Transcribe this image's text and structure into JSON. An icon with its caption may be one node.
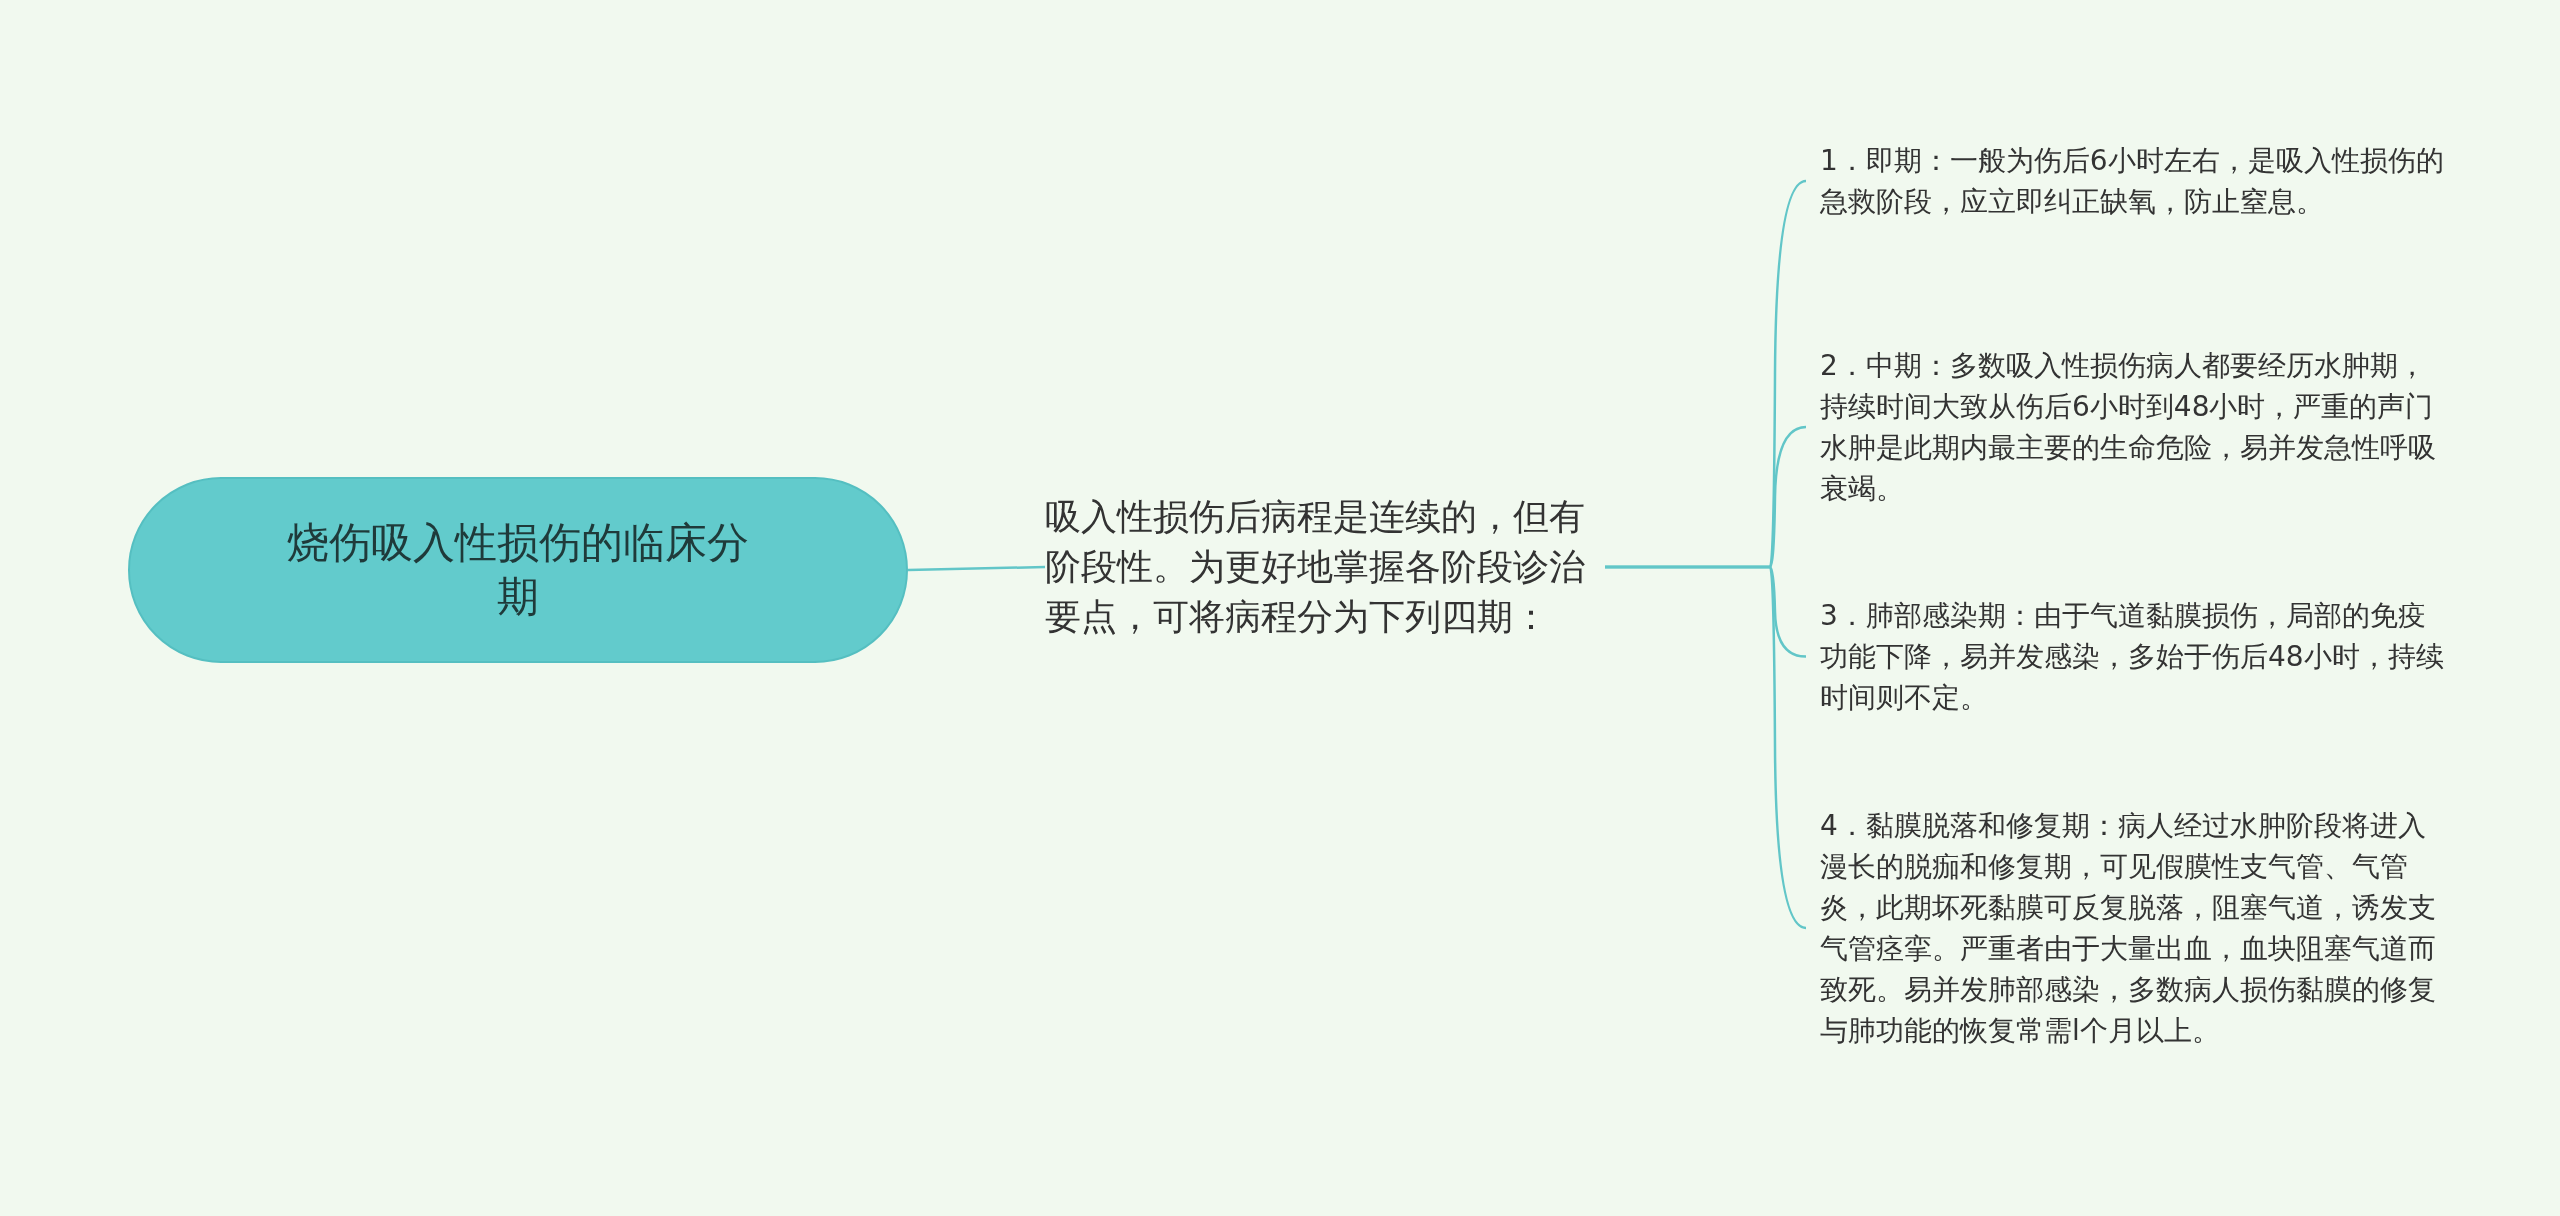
{
  "diagram": {
    "nodes": [
      {
        "text": [
          "烧伤吸入性损伤的临床分期"
        ]
      },
      {
        "text": [
          "吸入性损伤后病程是连续的，但有阶段性。为更好地掌握各阶段诊治要点，可将病程分为下列四期："
        ]
      },
      {
        "text": [
          "1．即期：一般为伤后6小时左右，是吸入性损伤的急救阶段，应立即纠正缺氧，防止窒息。"
        ]
      },
      {
        "text": [
          "2．中期：多数吸入性损伤病人都要经历水肿期，持续时间大致从伤后6小时到48小时，严重的声门水肿是此期内最主要的生命危险，易并发急性呼吸衰竭。"
        ]
      },
      {
        "text": [
          "3．肺部感染期：由于气道黏膜损伤，局部的免疫功能下降，易并发感染，多始于伤后48小时，持续时间则不定。"
        ]
      },
      {
        "text": [
          "4．黏膜脱落和修复期：病人经过水肿阶段将进入漫长的脱痂和修复期，可见假膜性支气管、气管炎，此期坏死黏膜可反复脱落，阻塞气道，诱发支气管痉挛。严重者由于大量出血，血块阻塞气道而致死。易并发肺部感染，多数病人损伤黏膜的修复与肺功能的恢复常需l个月以上。"
        ]
      }
    ],
    "edges": [
      {
        "from": 0,
        "to": 1,
        "arrow": "none"
      },
      {
        "from": 1,
        "to": 2,
        "arrow": "none"
      },
      {
        "from": 1,
        "to": 3,
        "arrow": "none"
      },
      {
        "from": 1,
        "to": 4,
        "arrow": "none"
      },
      {
        "from": 1,
        "to": 5,
        "arrow": "none"
      }
    ]
  }
}
